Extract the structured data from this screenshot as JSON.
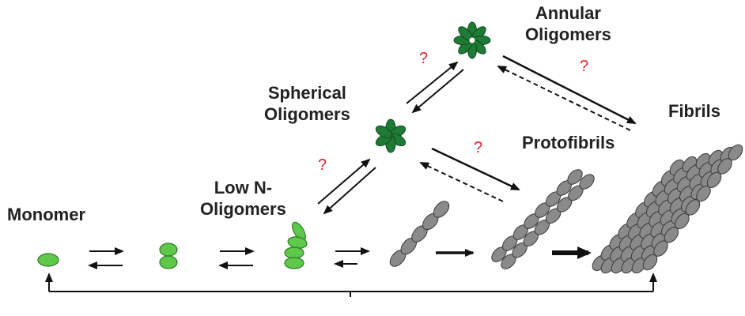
{
  "labels": {
    "monomer": "Monomer",
    "low_n_line1": "Low N-",
    "low_n_line2": "Oligomers",
    "spherical_line1": "Spherical",
    "spherical_line2": "Oligomers",
    "annular_line1": "Annular",
    "annular_line2": "Oligomers",
    "protofibrils": "Protofibrils",
    "fibrils": "Fibrils"
  },
  "question_marks": {
    "low_to_spherical": "?",
    "spherical_to_annular": "?",
    "annular_to_fibrils": "?",
    "spherical_to_protofibrils": "?"
  },
  "colors": {
    "green_light": "#5ec84a",
    "green_dark": "#1f7a35",
    "gray_oligomer": "#8a8a8a",
    "arrow": "#111111",
    "question": "#e8202a"
  },
  "icons": {
    "monomer": "green-ellipse",
    "dimer": "stacked-green-ellipses",
    "low_n_oligomer": "green-cluster",
    "spherical_oligomer": "green-flower",
    "annular_oligomer": "green-ring-flower",
    "short_chain": "gray-bead-chain",
    "protofibril": "gray-bead-ribbon",
    "fibril": "gray-bead-sheet"
  }
}
